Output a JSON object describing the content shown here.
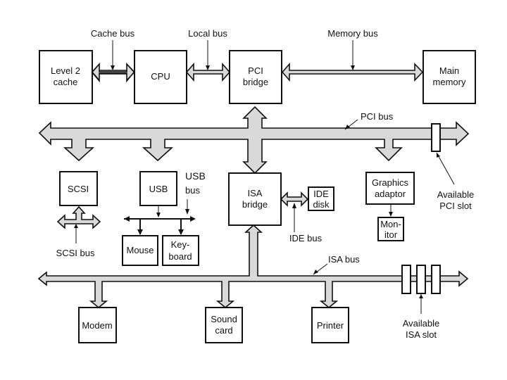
{
  "diagram": {
    "components": {
      "l2cache": [
        "Level 2",
        "cache"
      ],
      "cpu": [
        "CPU"
      ],
      "pci_bridge": [
        "PCI",
        "bridge"
      ],
      "main_memory": [
        "Main",
        "memory"
      ],
      "scsi": [
        "SCSI"
      ],
      "usb": [
        "USB"
      ],
      "isa_bridge": [
        "ISA",
        "bridge"
      ],
      "ide_disk": [
        "IDE",
        "disk"
      ],
      "graphics": [
        "Graphics",
        "adaptor"
      ],
      "monitor": [
        "Mon-",
        "itor"
      ],
      "mouse": [
        "Mouse"
      ],
      "keyboard": [
        "Key-",
        "board"
      ],
      "modem": [
        "Modem"
      ],
      "sound_card": [
        "Sound",
        "card"
      ],
      "printer": [
        "Printer"
      ]
    },
    "labels": {
      "cache_bus": "Cache bus",
      "local_bus": "Local bus",
      "memory_bus": "Memory bus",
      "pci_bus": "PCI bus",
      "usb_bus": [
        "USB",
        "bus"
      ],
      "scsi_bus": "SCSI bus",
      "ide_bus": "IDE bus",
      "isa_bus": "ISA bus",
      "available_pci_slot": [
        "Available",
        "PCI slot"
      ],
      "available_isa_slot": [
        "Available",
        "ISA slot"
      ]
    }
  }
}
